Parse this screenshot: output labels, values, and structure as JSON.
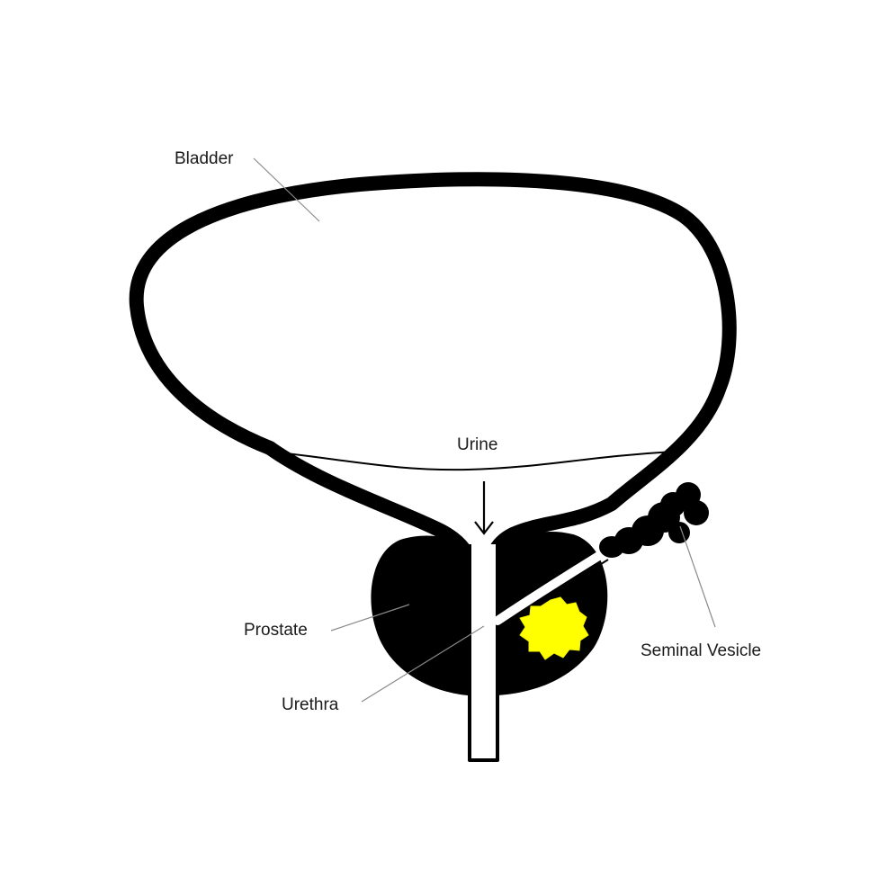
{
  "labels": {
    "bladder": "Bladder",
    "urine": "Urine",
    "prostate": "Prostate",
    "urethra": "Urethra",
    "seminal_vesicle": "Seminal Vesicle"
  },
  "colors": {
    "outline": "#000000",
    "background": "#ffffff",
    "tumor": "#ffff00",
    "leader": "#8a8a8a"
  }
}
